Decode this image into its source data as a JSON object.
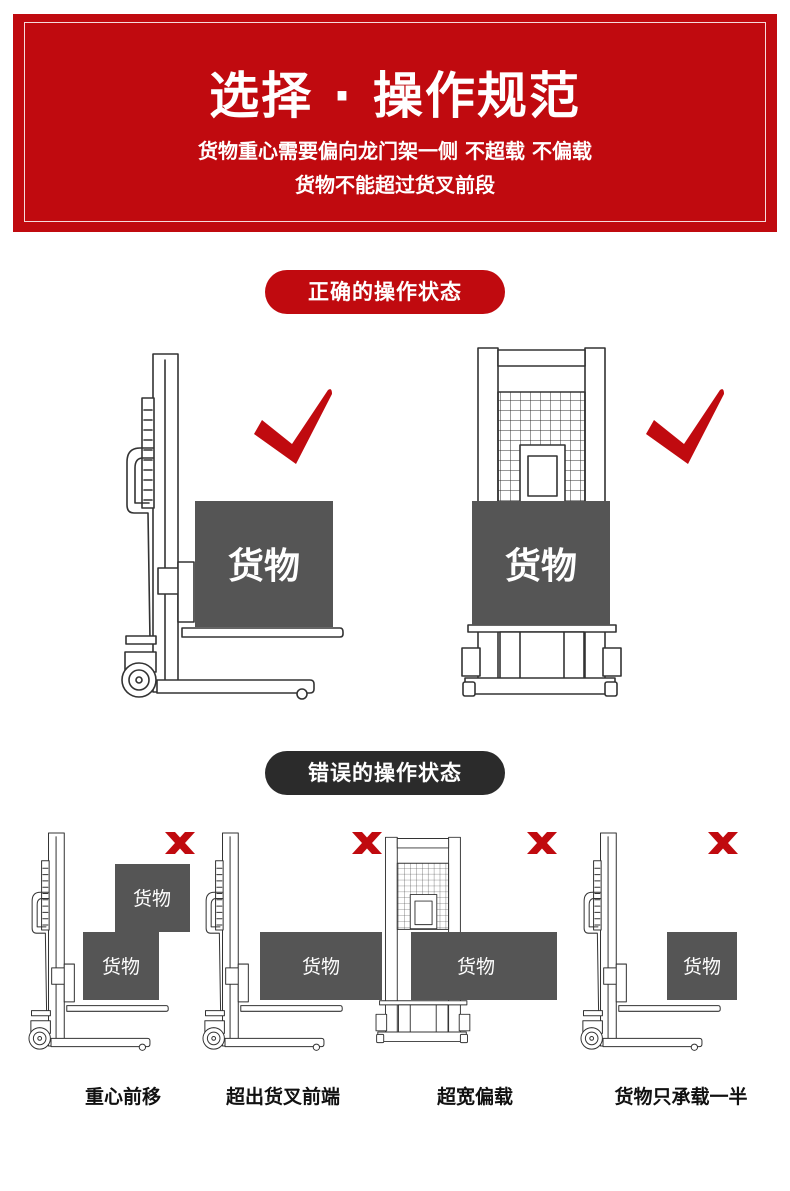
{
  "banner": {
    "title": "选择 · 操作规范",
    "line1": "货物重心需要偏向龙门架一侧 不超载 不偏载",
    "line2": "货物不能超过货叉前段"
  },
  "correct": {
    "label": "正确的操作状态",
    "cargo_label": "货物"
  },
  "wrong": {
    "label": "错误的操作状态",
    "cargo_label": "货物",
    "captions": [
      "重心前移",
      "超出货叉前端",
      "超宽偏载",
      "货物只承载一半"
    ]
  },
  "colors": {
    "brand_red": "#c00a0f",
    "dark_pill": "#2b2b2b",
    "cargo": "#555555",
    "line": "#333333"
  },
  "icons": {
    "ok": "check-mark-icon",
    "bad": "x-mark-icon"
  }
}
